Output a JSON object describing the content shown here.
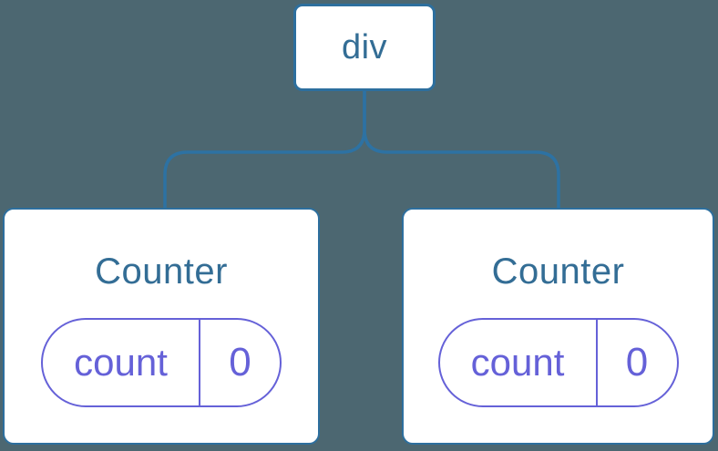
{
  "diagram": {
    "type": "component-tree",
    "colors": {
      "background": "#4c6771",
      "connector_blue": "#2d72a3",
      "node_border_blue": "#2d6f9e",
      "node_text_blue": "#336d95",
      "state_purple": "#6561d8",
      "card_background": "#ffffff"
    },
    "tree": {
      "root": {
        "label": "div"
      },
      "children": [
        {
          "title": "Counter",
          "state": {
            "key": "count",
            "value": "0"
          }
        },
        {
          "title": "Counter",
          "state": {
            "key": "count",
            "value": "0"
          }
        }
      ]
    }
  }
}
